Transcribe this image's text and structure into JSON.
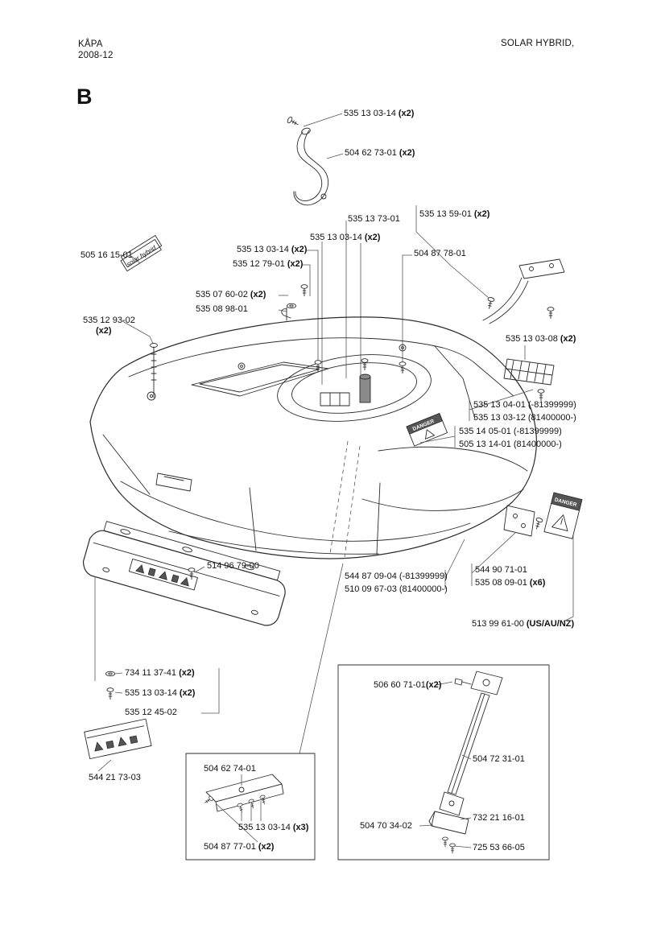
{
  "header": {
    "title": "KÅPA",
    "date": "2008-12",
    "model": "SOLAR HYBRID,",
    "section": "B"
  },
  "decals": {
    "solar": "solar hybrid",
    "danger": "DANGER"
  },
  "labels": [
    {
      "t": "535 13 03-14 ",
      "q": "(x2)"
    },
    {
      "t": "504 62 73-01 ",
      "q": "(x2)"
    },
    {
      "t": "535 13 73-01",
      "q": ""
    },
    {
      "t": "535 13 59-01 ",
      "q": "(x2)"
    },
    {
      "t": "535 13 03-14 ",
      "q": "(x2)"
    },
    {
      "t": "504 87 78-01",
      "q": ""
    },
    {
      "t": "505 16 15-01",
      "q": ""
    },
    {
      "t": "535 13 03-14 ",
      "q": "(x2)"
    },
    {
      "t": "535 12 79-01 ",
      "q": "(x2)"
    },
    {
      "t": "535 07 60-02 ",
      "q": "(x2)"
    },
    {
      "t": "535 08 98-01",
      "q": ""
    },
    {
      "t": "535 12 93-02",
      "q": "(x2)"
    },
    {
      "t": "535 13 03-08 ",
      "q": "(x2)"
    },
    {
      "t": "535 13 04-01 (-81399999)",
      "q": ""
    },
    {
      "t": "535 13 03-12 (81400000-)",
      "q": ""
    },
    {
      "t": "535 14 05-01 (-81399999)",
      "q": ""
    },
    {
      "t": "505 13 14-01 (81400000-)",
      "q": ""
    },
    {
      "t": "514 96 79-00",
      "q": ""
    },
    {
      "t": "544 87 09-04 (-81399999)",
      "q": ""
    },
    {
      "t": "510 09 67-03 (81400000-)",
      "q": ""
    },
    {
      "t": "544 90 71-01",
      "q": ""
    },
    {
      "t": "535 08 09-01 ",
      "q": "(x6)"
    },
    {
      "t": "513 99 61-00 ",
      "q": "(US/AU/NZ)"
    },
    {
      "t": "734 11 37-41 ",
      "q": "(x2)"
    },
    {
      "t": "535 13 03-14 ",
      "q": "(x2)"
    },
    {
      "t": "535 12 45-02",
      "q": ""
    },
    {
      "t": "544 21 73-03",
      "q": ""
    },
    {
      "t": "504 62 74-01",
      "q": ""
    },
    {
      "t": "535 13 03-14 ",
      "q": "(x3)"
    },
    {
      "t": "504 87 77-01 ",
      "q": "(x2)"
    },
    {
      "t": "506 60 71-01",
      "q": "(x2)"
    },
    {
      "t": "504 72 31-01",
      "q": ""
    },
    {
      "t": "504 70 34-02",
      "q": ""
    },
    {
      "t": "732 21 16-01",
      "q": ""
    },
    {
      "t": "725 53 66-05",
      "q": ""
    }
  ]
}
